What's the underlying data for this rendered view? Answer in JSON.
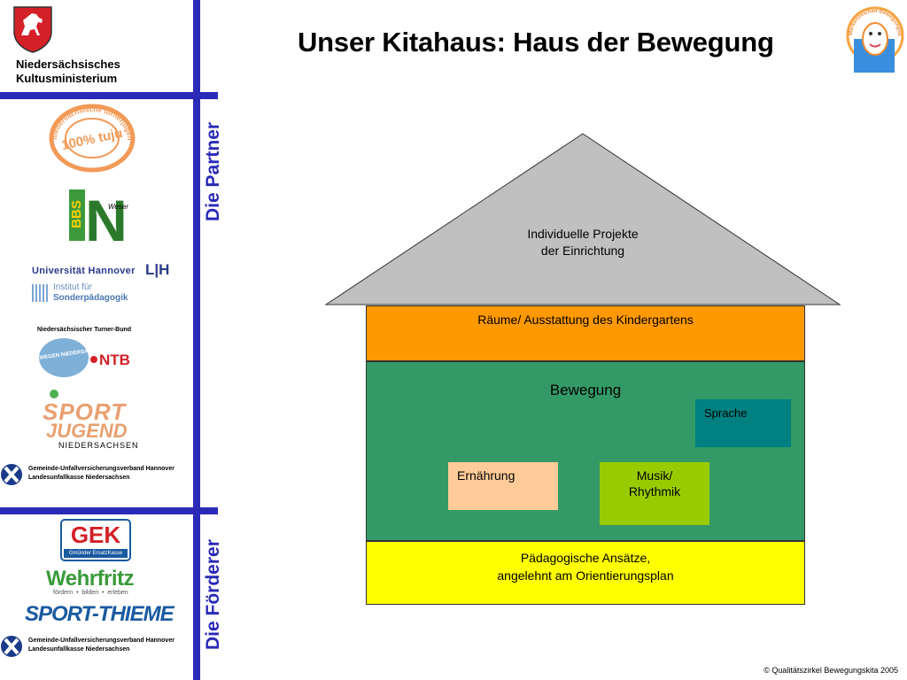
{
  "header": {
    "title": "Unser Kitahaus: Haus der Bewegung",
    "ministry_line1": "Niedersächsisches",
    "ministry_line2": "Kultusministerium"
  },
  "sidebar": {
    "partners_label": "Die Partner",
    "sponsors_label": "Die Förderer",
    "partners": {
      "turnerjugend_ring": "niedersächsische turnerjugend",
      "turnerjugend_center": "100% tuju",
      "bbs_letters": "BBS",
      "bbs_n": "N",
      "bbs_weser": "Weser",
      "uni_name": "Universität Hannover",
      "uni_mark": "L|H",
      "uni_institute_line1": "Institut für",
      "uni_institute_line2": "Sonderpädagogik",
      "ntb_title": "Niedersächsischer Turner-Bund",
      "ntb_badge": "WIR BEWEGEN NIEDERSACHSEN",
      "ntb_mark": "NTB",
      "sportjugend_line1": "SPORT",
      "sportjugend_line2": "JUGEND",
      "sportjugend_line3": "NIEDERSACHSEN",
      "guv_line1": "Gemeinde-Unfallversicherungsverband Hannover",
      "guv_line2": "Landesunfallkasse Niedersachsen"
    },
    "sponsors": {
      "gek": "GEK",
      "gek_sub": "Gmünder ErsatzKasse",
      "wehrfritz": "Wehrfritz",
      "wehrfritz_sub": "fördern  •  bilden  •  erleben",
      "sportthieme": "SPORT-THIEME",
      "guv_line1": "Gemeinde-Unfallversicherungsverband Hannover",
      "guv_line2": "Landesunfallkasse Niedersachsen"
    }
  },
  "corner_logo": {
    "ring_text": "Markenzeichen Bewegungskita"
  },
  "house": {
    "roof_line1": "Individuelle Projekte",
    "roof_line2": "der Einrichtung",
    "rooms": "Räume/ Ausstattung des Kindergartens",
    "bewegung": "Bewegung",
    "sprache": "Sprache",
    "ernaehrung": "Ernährung",
    "musik_line1": "Musik/",
    "musik_line2": "Rhythmik",
    "foundation_line1": "Pädagogische Ansätze,",
    "foundation_line2": "angelehnt am Orientierungsplan"
  },
  "colors": {
    "frame_blue": "#2a2ab8",
    "roof_gray": "#c0c0c0",
    "rooms_orange": "#ff9900",
    "bewegung_green": "#339966",
    "sprache_teal": "#008080",
    "ernaehrung_peach": "#ffcc99",
    "musik_lime": "#99cc00",
    "foundation_yellow": "#ffff00"
  },
  "footer": {
    "copyright": "© Qualitätszirkel Bewegungskita 2005"
  }
}
